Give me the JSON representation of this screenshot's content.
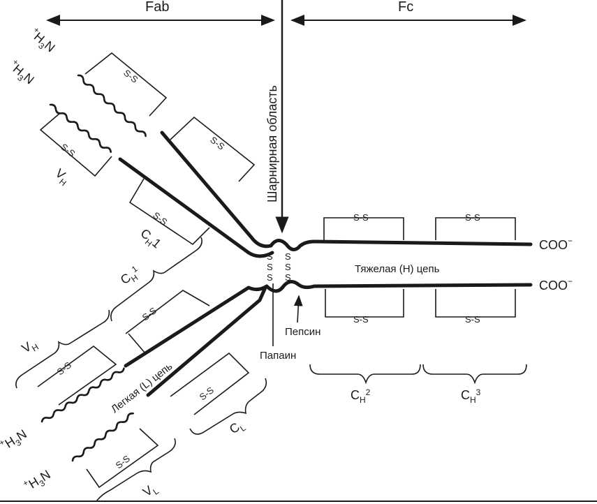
{
  "labels": {
    "fab": "Fab",
    "fc": "Fc",
    "hinge": "Шарнирная область",
    "heavy_chain": "Тяжелая (Н) цепь",
    "light_chain": "Легкая (L) цепь",
    "pepsin": "Пепсин",
    "papain": "Папаин",
    "coo": "COO",
    "coo_charge": "−",
    "n_term": "H",
    "n_term_sub": "3",
    "n_term_tail": "N",
    "n_term_charge": "+",
    "disulfide": "S-S",
    "s": "S",
    "c": "C",
    "v": "V",
    "h": "H",
    "l": "L",
    "h1": "1",
    "h2": "2",
    "h3": "3"
  }
}
